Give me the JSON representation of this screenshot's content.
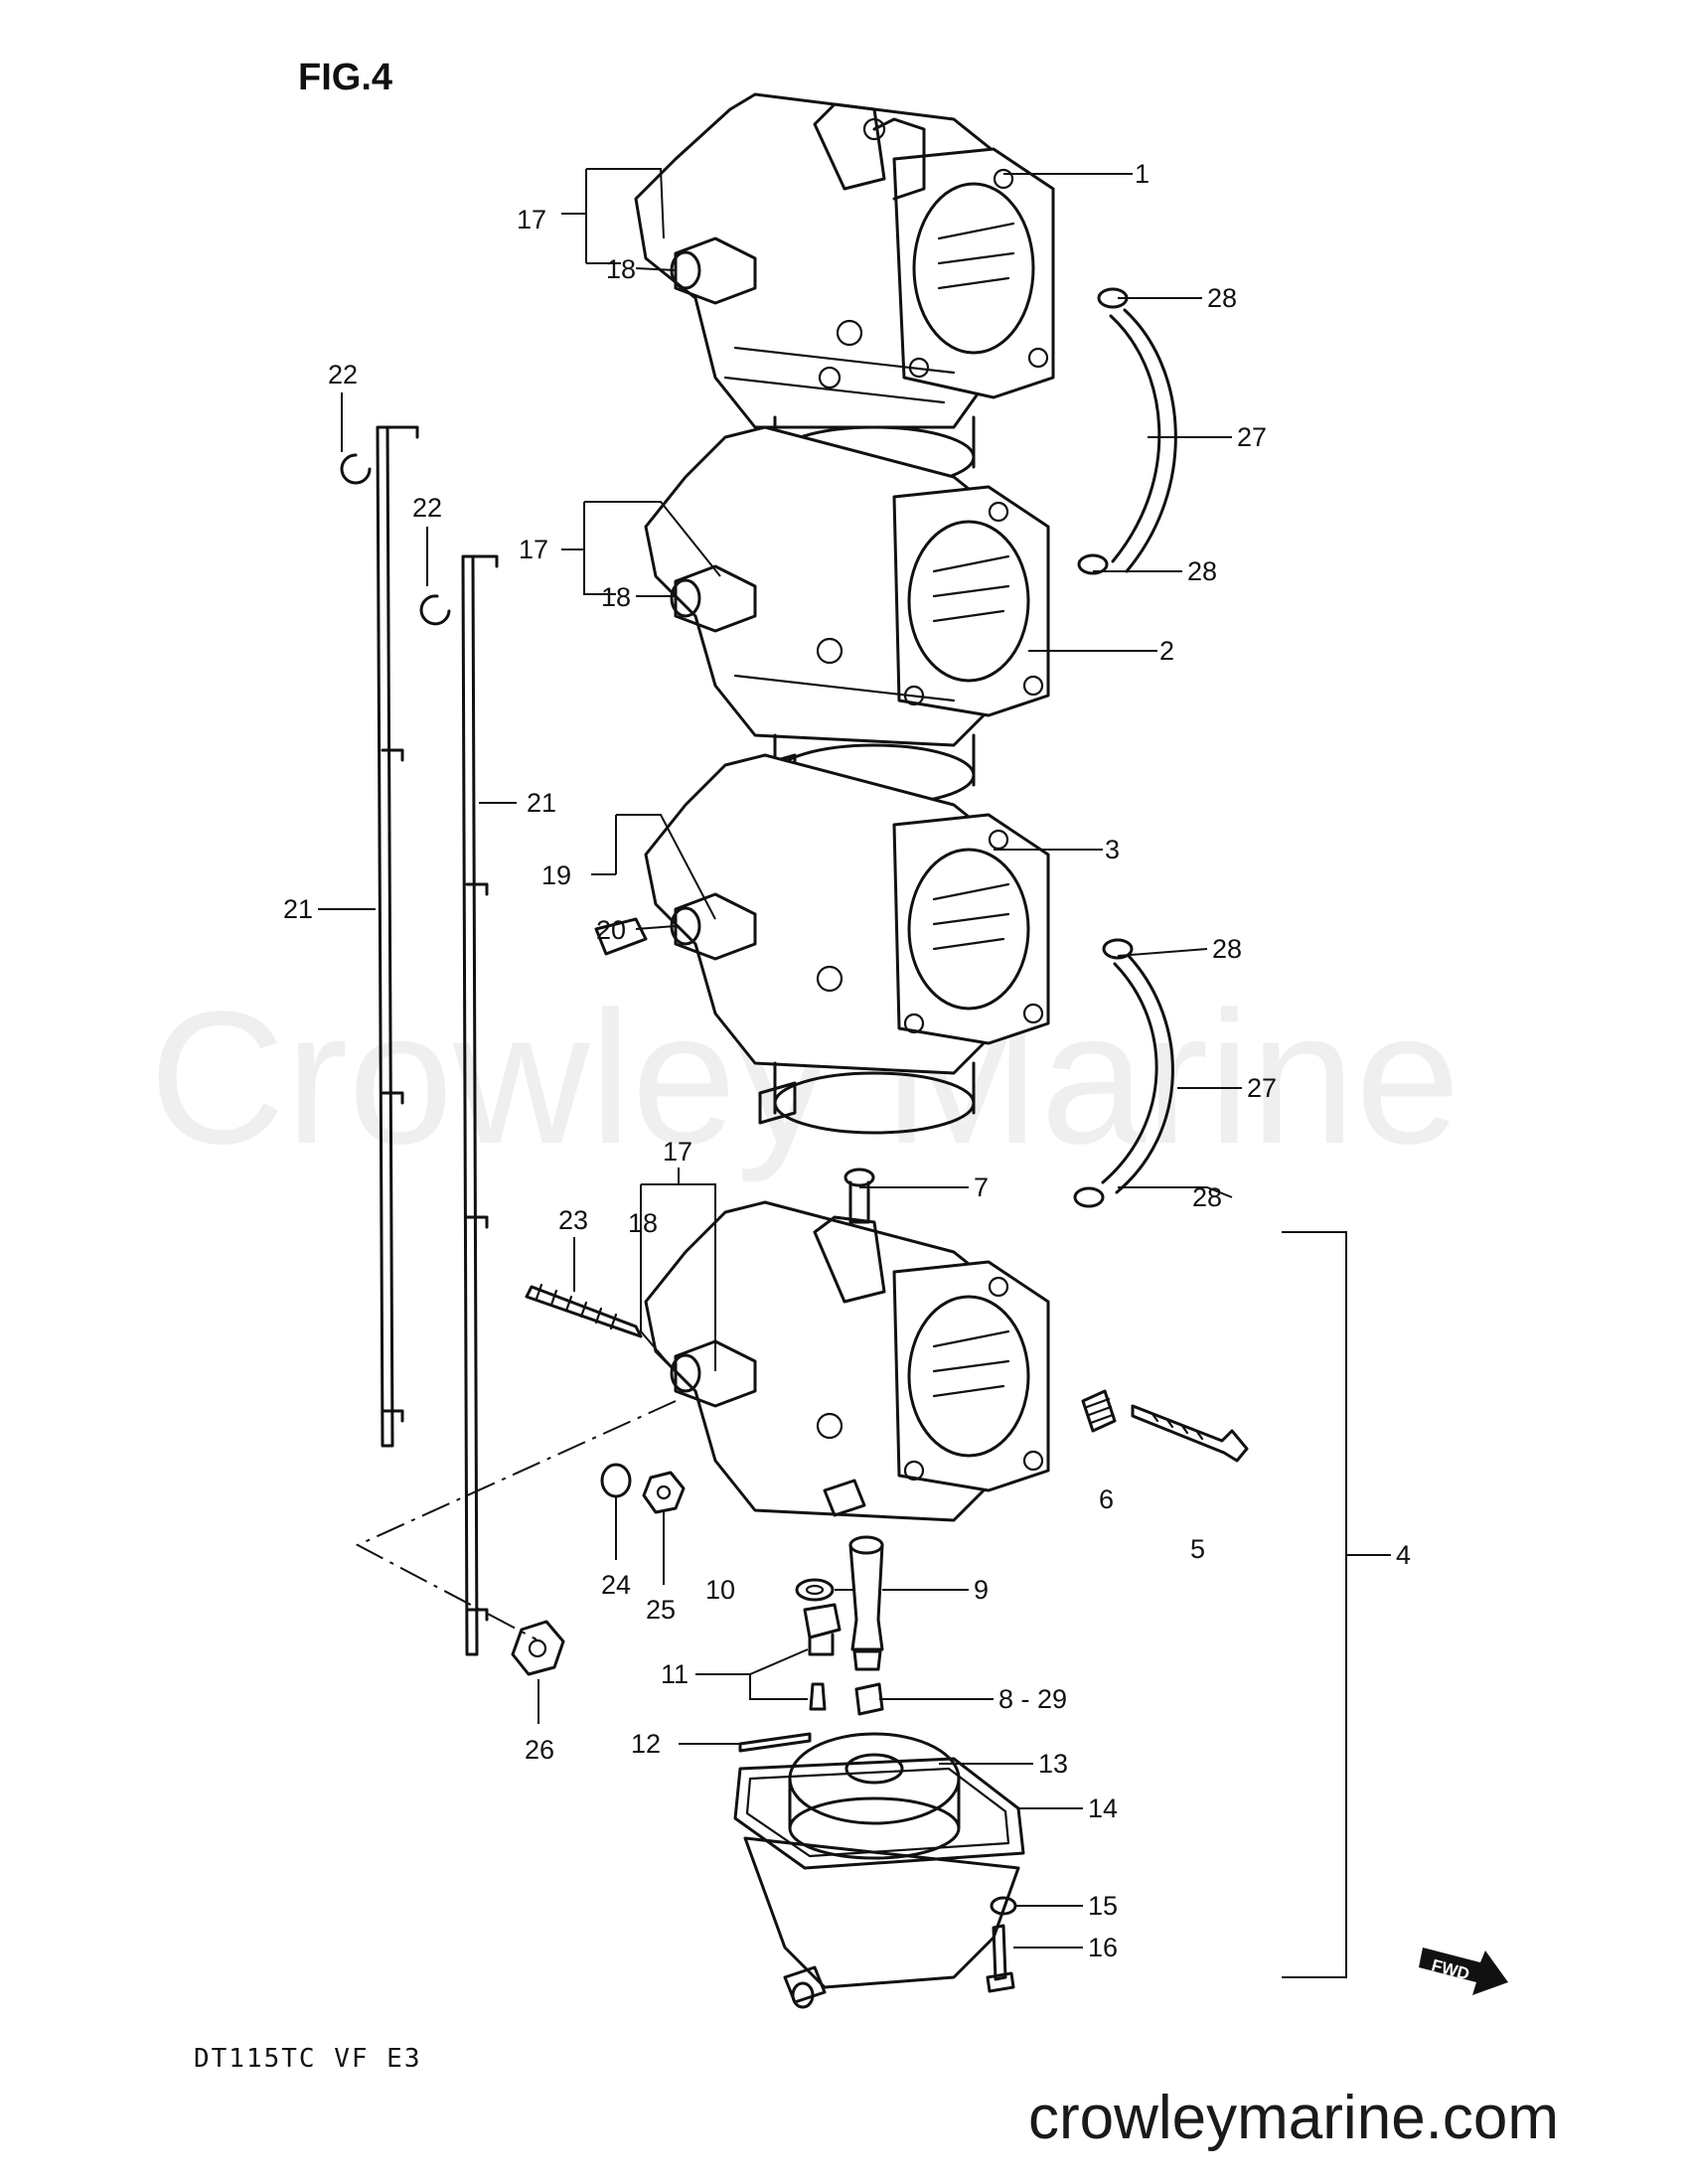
{
  "figure": {
    "title": "FIG.4",
    "model_code": "DT115TC VF E3",
    "watermark": "Crowley Marine",
    "website": "crowleymarine.com",
    "fwd_label": "FWD"
  },
  "callouts": {
    "c1": "1",
    "c2": "2",
    "c3": "3",
    "c4": "4",
    "c5": "5",
    "c6": "6",
    "c7": "7",
    "c8_29": "8 - 29",
    "c9": "9",
    "c10": "10",
    "c11": "11",
    "c12": "12",
    "c13": "13",
    "c14": "14",
    "c15": "15",
    "c16": "16",
    "c17a": "17",
    "c17b": "17",
    "c17c": "17",
    "c18a": "18",
    "c18b": "18",
    "c18c": "18",
    "c19": "19",
    "c20": "20",
    "c21a": "21",
    "c21b": "21",
    "c22a": "22",
    "c22b": "22",
    "c23": "23",
    "c24": "24",
    "c25": "25",
    "c26": "26",
    "c27a": "27",
    "c27b": "27",
    "c28a": "28",
    "c28b": "28",
    "c28c": "28",
    "c28d": "28"
  }
}
